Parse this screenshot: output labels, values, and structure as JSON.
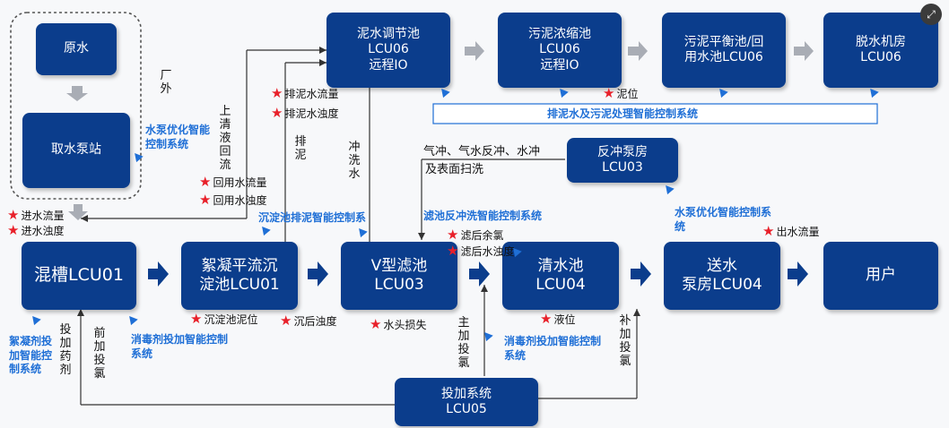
{
  "boxes": {
    "raw_water": "原水",
    "intake_pump": "取水泵站",
    "sludge_pool": [
      "泥水调节池",
      "LCU06",
      "远程IO"
    ],
    "thickening": [
      "污泥浓缩池",
      "LCU06",
      "远程IO"
    ],
    "balance": [
      "污泥平衡池/回",
      "用水池LCU06"
    ],
    "dewatering": [
      "脱水机房",
      "LCU06"
    ],
    "backwash": [
      "反冲泵房",
      "LCU03"
    ],
    "mixing": "混槽LCU01",
    "floc": [
      "絮凝平流沉",
      "淀池LCU01"
    ],
    "vfilter": [
      "V型滤池",
      "LCU03"
    ],
    "clear": [
      "清水池",
      "LCU04"
    ],
    "delivery": [
      "送水",
      "泵房LCU04"
    ],
    "user": "用户",
    "dosing": [
      "投加系统",
      "LCU05"
    ]
  },
  "labels": {
    "outside": "厂外",
    "return_flow": "上清液回流",
    "discharge": "排泥",
    "flush": "冲洗水",
    "dose_chem": "投加药剂",
    "pre_cl": "前加投氯",
    "main_cl": "主加投氯",
    "supp_cl": "补加投氯",
    "air_wash_1": "气冲、气水反冲、水冲",
    "air_wash_2": "及表面扫洗"
  },
  "control": {
    "pump_opt": "水泵优化智能控制系统",
    "sludge_system": "排泥水及污泥处理智能控制系统",
    "sediment_sludge": "沉淀池排泥智能控制系",
    "filter_backwash": "滤池反冲洗智能控制系统",
    "delivery_opt": "水泵优化智能控制系统",
    "coagulant": "絮凝剂投加智能控制系统",
    "disinfect_1": "消毒剂投加智能控制系统",
    "disinfect_2": "消毒剂投加智能控制系统"
  },
  "measures": {
    "inlet_flow": "进水流量",
    "inlet_turb": "进水浊度",
    "return_flow": "回用水流量",
    "return_turb": "回用水浊度",
    "sludge_flow": "排泥水流量",
    "sludge_turb": "排泥水浊度",
    "mud_level": "泥位",
    "residual_cl": "滤后余氯",
    "filtered_turb": "滤后水浊度",
    "outlet_flow": "出水流量",
    "sludge_level": "沉淀池泥位",
    "settled_turb": "沉后浊度",
    "head_loss": "水头损失",
    "level": "液位"
  },
  "colors": {
    "box_fill": "#0b3d8c",
    "control_text": "#1f6fd6",
    "star": "#e8202a",
    "gray_arrow": "#a9adb5"
  }
}
